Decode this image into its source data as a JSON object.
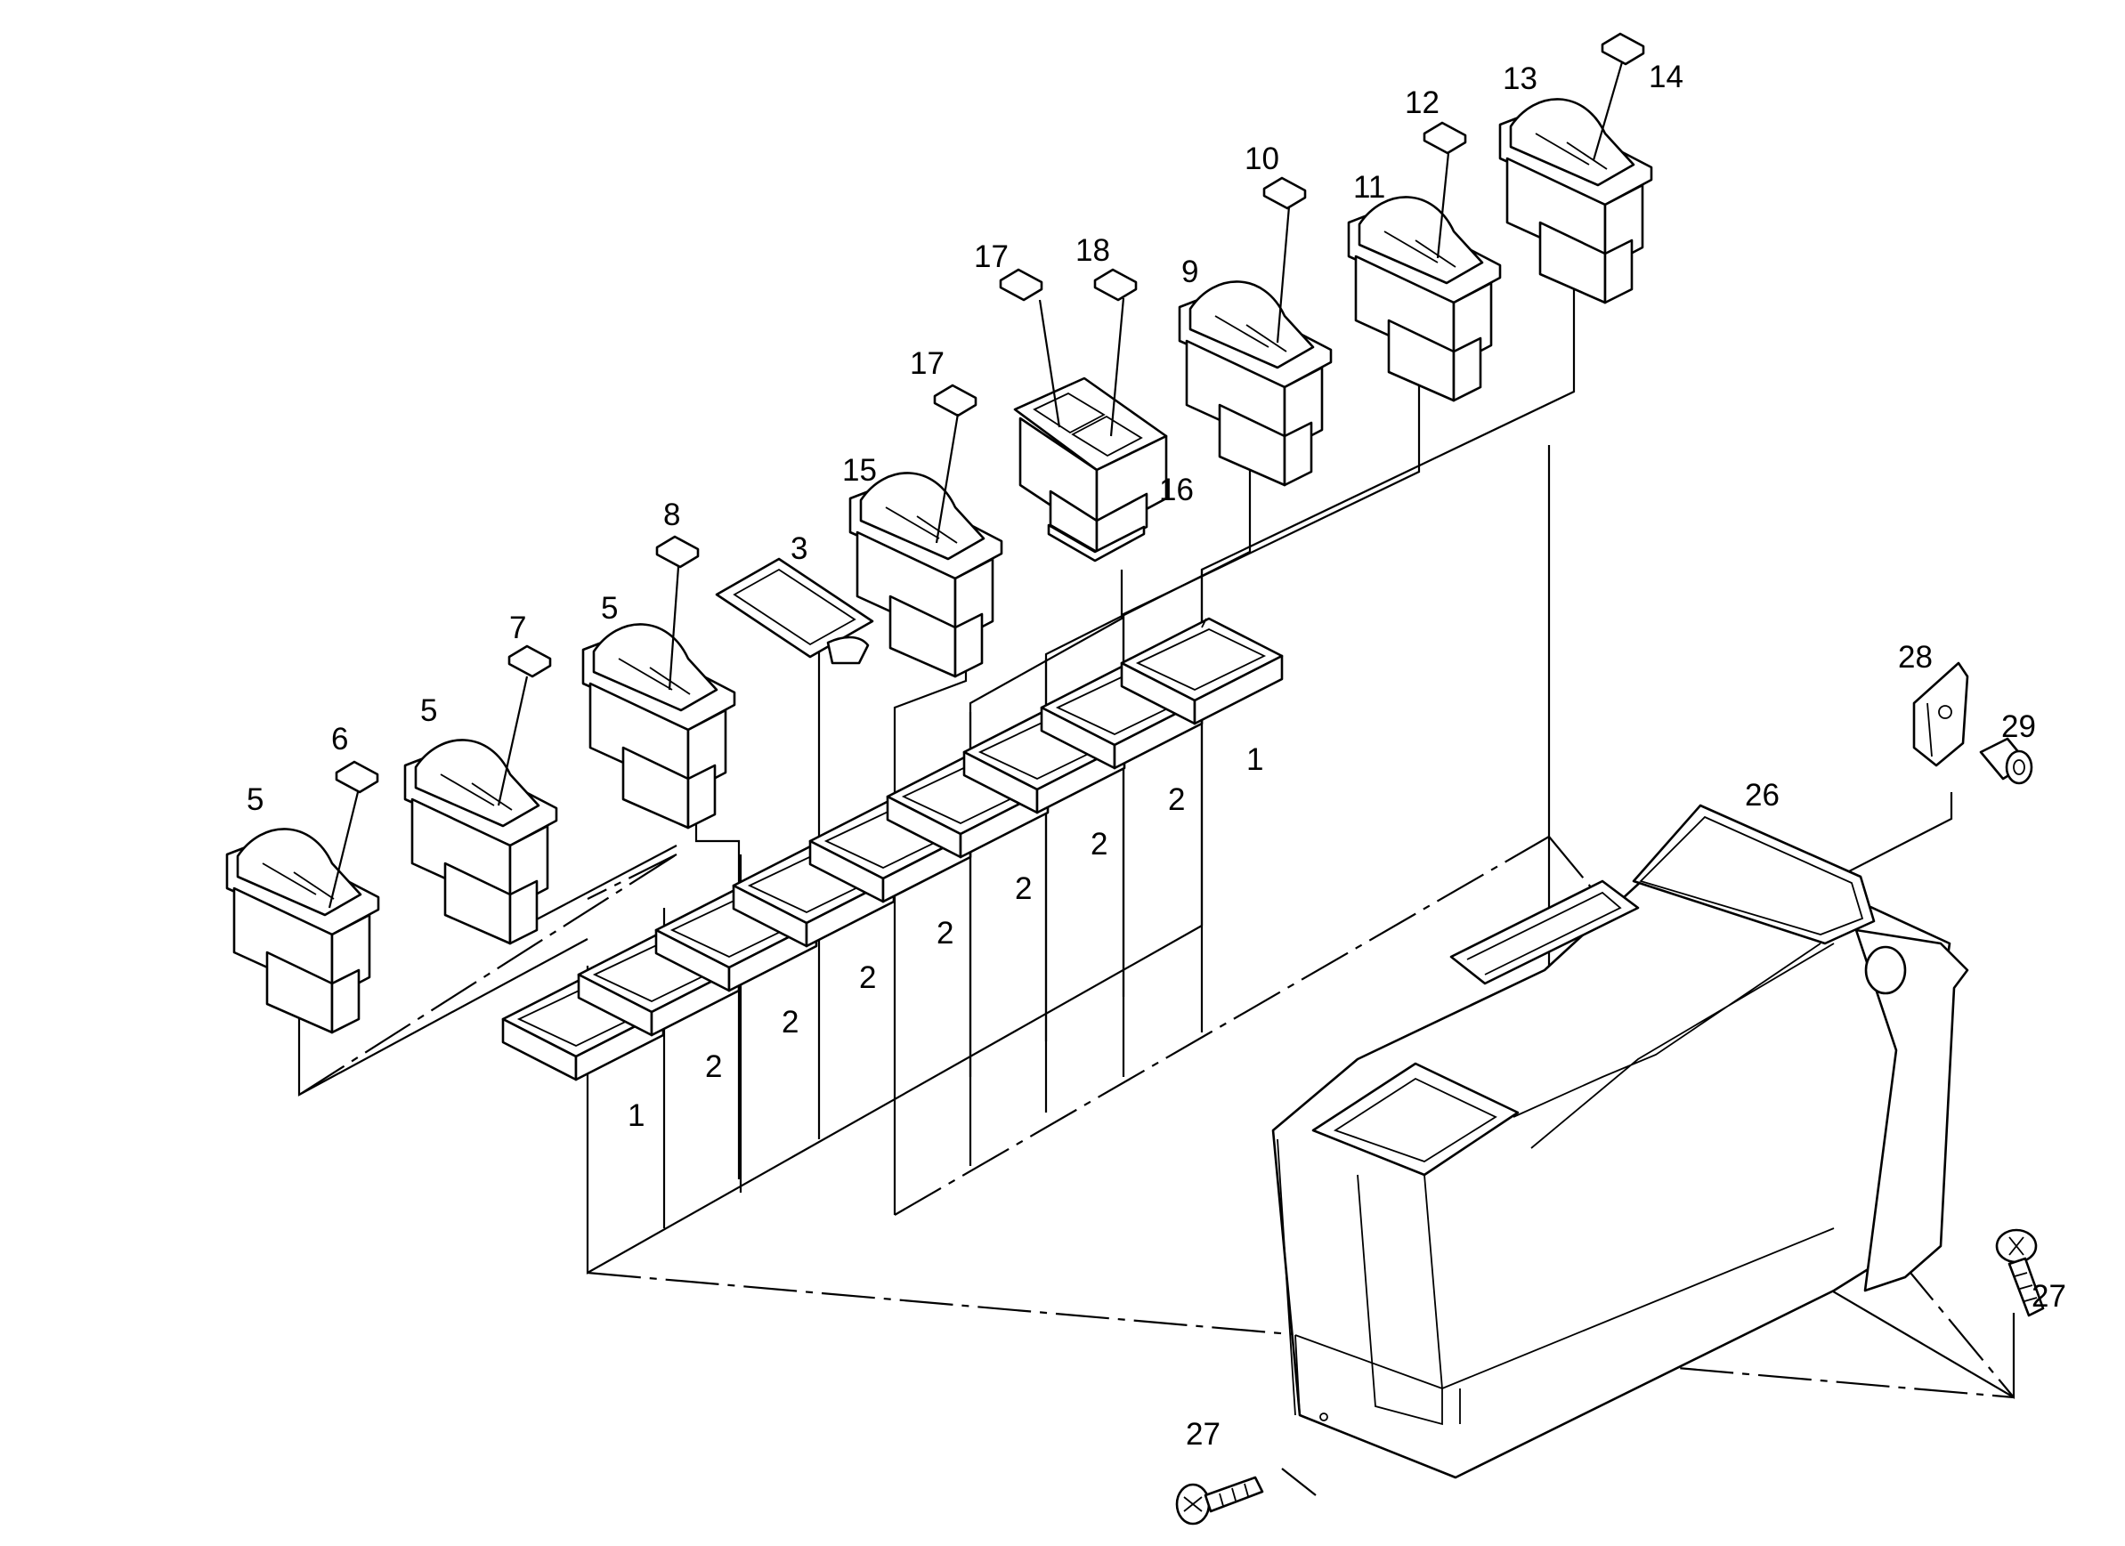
{
  "labels": {
    "l1a": "1",
    "l1b": "1",
    "l2a": "2",
    "l2b": "2",
    "l2c": "2",
    "l2d": "2",
    "l2e": "2",
    "l2f": "2",
    "l2g": "2",
    "l3": "3",
    "l5a": "5",
    "l5b": "5",
    "l5c": "5",
    "l6": "6",
    "l7": "7",
    "l8": "8",
    "l9": "9",
    "l10": "10",
    "l11": "11",
    "l12": "12",
    "l13": "13",
    "l14": "14",
    "l15": "15",
    "l16": "16",
    "l17a": "17",
    "l17b": "17",
    "l18": "18",
    "l26": "26",
    "l27a": "27",
    "l27b": "27",
    "l28": "28",
    "l29": "29"
  },
  "icons": {
    "rocker_switch": "rocker-switch-icon",
    "switch_frame": "switch-frame-icon",
    "symbol_insert": "symbol-insert-icon",
    "cover_plate": "cover-plate-icon",
    "console": "console-housing-icon",
    "screw": "screw-icon",
    "clip": "clip-icon",
    "nut": "nut-icon"
  }
}
